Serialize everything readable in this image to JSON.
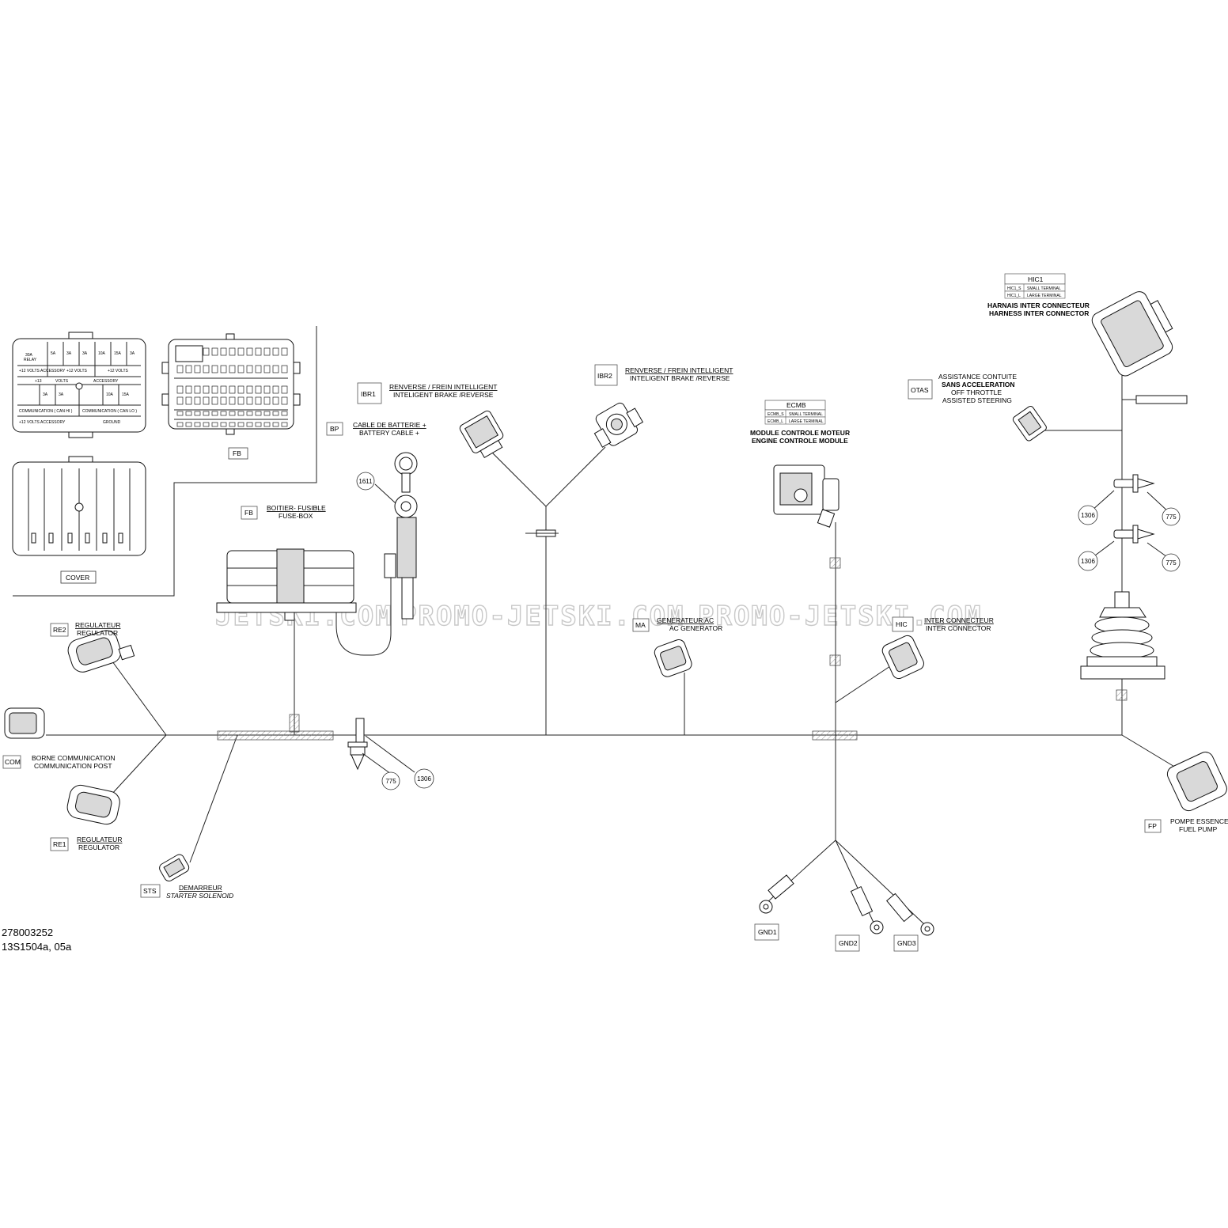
{
  "document": {
    "part_number": "278003252",
    "revision": "13S1504a, 05a"
  },
  "watermark": [
    "JETSKI.COM",
    "PROMO-JETSKI.COM",
    "PROMO-JETSKI.COM"
  ],
  "fusebox_detail": {
    "fb_tag": "FB",
    "cover_label": "COVER",
    "cells": {
      "relay_30a": "30A",
      "relay": "RELAY",
      "plus12_acc": "+12 VOLTS ACCESSORY",
      "plus12_volts": "+12 VOLTS",
      "plus12": "+12 VOLTS",
      "plus13": "+13",
      "volts": "VOLTS",
      "accessory": "ACCESSORY",
      "comm_hi": "COMMUNICATION ( CAN HI )",
      "comm_lo": "COMMUNICATION ( CAN LO )",
      "acc12": "+12 VOLTS ACCESSORY",
      "ground": "GROUND",
      "f1": "5A",
      "f2": "3A",
      "f3": "3A",
      "f4": "10A",
      "f5": "15A",
      "f6": "3A",
      "f7": "3A",
      "f8": "3A",
      "f9": "10A",
      "f10": "15A"
    }
  },
  "components": {
    "ibr1": {
      "code": "IBR1",
      "fr": "RENVERSE / FREIN INTELLIGENT",
      "en": "INTELIGENT BRAKE /REVERSE"
    },
    "ibr2": {
      "code": "IBR2",
      "fr": "RENVERSE / FREIN INTELLIGENT",
      "en": "INTELIGENT BRAKE /REVERSE"
    },
    "bp": {
      "code": "BP",
      "fr": "CABLE DE BATTERIE +",
      "en": "BATTERY CABLE +"
    },
    "fb": {
      "code": "FB",
      "fr": "BOITIER- FUSIBLE",
      "en": "FUSE-BOX"
    },
    "hic1": {
      "code": "HIC1",
      "fr": "HARNAIS INTER CONNECTEUR",
      "en": "HARNESS INTER CONNECTOR",
      "table": [
        {
          "pin": "HIC1_S",
          "desc": "SMALL TERMINAL"
        },
        {
          "pin": "HIC1_L",
          "desc": "LARGE TERMINAL"
        }
      ]
    },
    "otas": {
      "code": "OTAS",
      "fr1": "ASSISTANCE CONTUITE",
      "fr2": "SANS ACCELERATION",
      "en1": "OFF THROTTLE",
      "en2": "ASSISTED STEERING"
    },
    "ecmb": {
      "code": "ECMB",
      "fr": "MODULE CONTROLE MOTEUR",
      "en": "ENGINE CONTROLE MODULE",
      "table": [
        {
          "pin": "ECMB_S",
          "desc": "SMALL TERMINAL"
        },
        {
          "pin": "ECMB_L",
          "desc": "LARGE TERMINAL"
        }
      ]
    },
    "re2": {
      "code": "RE2",
      "fr": "REGULATEUR",
      "en": "REGULATOR"
    },
    "re1": {
      "code": "RE1",
      "fr": "REGULATEUR",
      "en": "REGULATOR"
    },
    "com": {
      "code": "COM",
      "fr": "BORNE COMMUNICATION",
      "en": "COMMUNICATION POST"
    },
    "ma": {
      "code": "MA",
      "fr": "GENERATEUR AC",
      "en": "AC GENERATOR"
    },
    "hic": {
      "code": "HIC",
      "fr": "INTER CONNECTEUR",
      "en": "INTER CONNECTOR"
    },
    "fp": {
      "code": "FP",
      "fr": "POMPE ESSENCE",
      "en": "FUEL PUMP"
    },
    "sts": {
      "code": "STS",
      "fr": "DEMARREUR",
      "en": "STARTER SOLENOID"
    },
    "gnd1": {
      "code": "GND1"
    },
    "gnd2": {
      "code": "GND2"
    },
    "gnd3": {
      "code": "GND3"
    }
  },
  "callouts": {
    "c1611": "1611",
    "c775a": "775",
    "c1306a": "1306",
    "c1306b": "1306",
    "c775b": "775",
    "c1306c": "1306",
    "c775c": "775"
  }
}
